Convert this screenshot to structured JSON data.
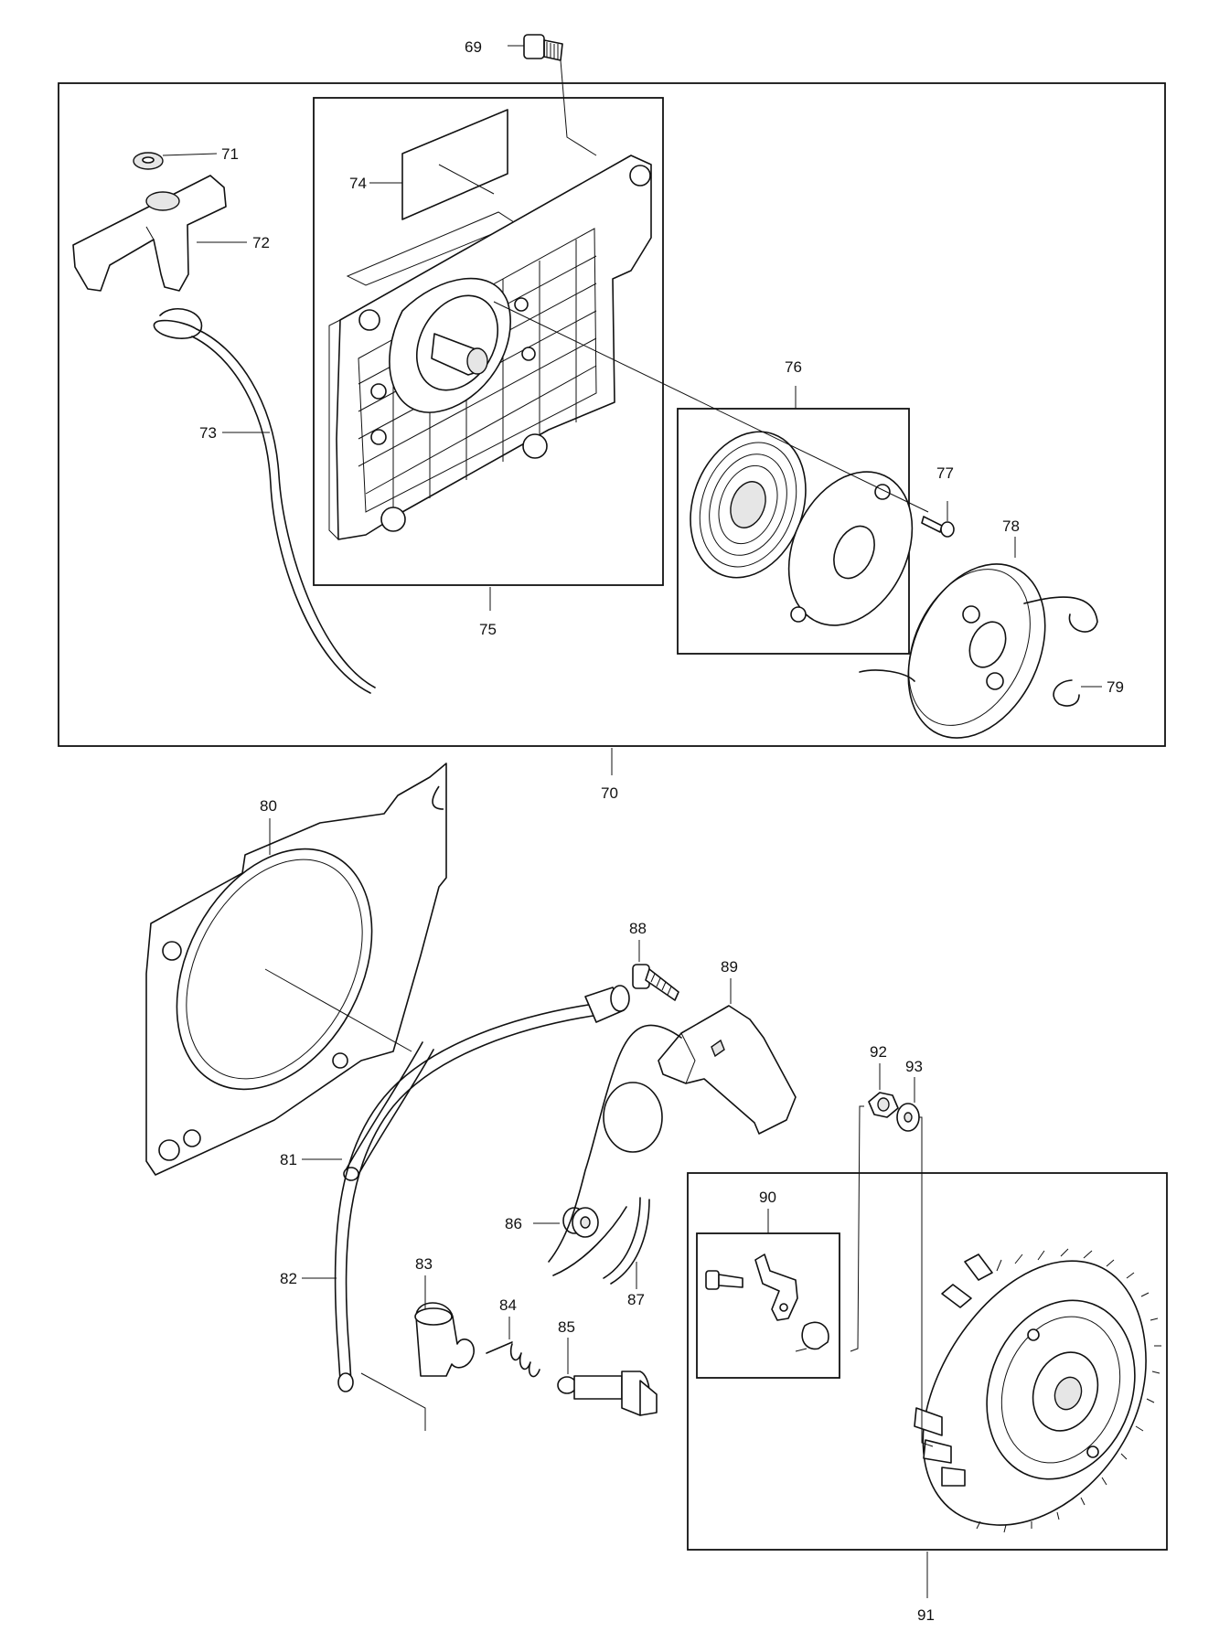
{
  "labels": {
    "p69": "69",
    "p70": "70",
    "p71": "71",
    "p72": "72",
    "p73": "73",
    "p74": "74",
    "p75": "75",
    "p76": "76",
    "p77": "77",
    "p78": "78",
    "p79": "79",
    "p80": "80",
    "p81": "81",
    "p82": "82",
    "p83": "83",
    "p84": "84",
    "p85": "85",
    "p86": "86",
    "p87": "87",
    "p88": "88",
    "p89": "89",
    "p90": "90",
    "p91": "91",
    "p92": "92",
    "p93": "93"
  }
}
